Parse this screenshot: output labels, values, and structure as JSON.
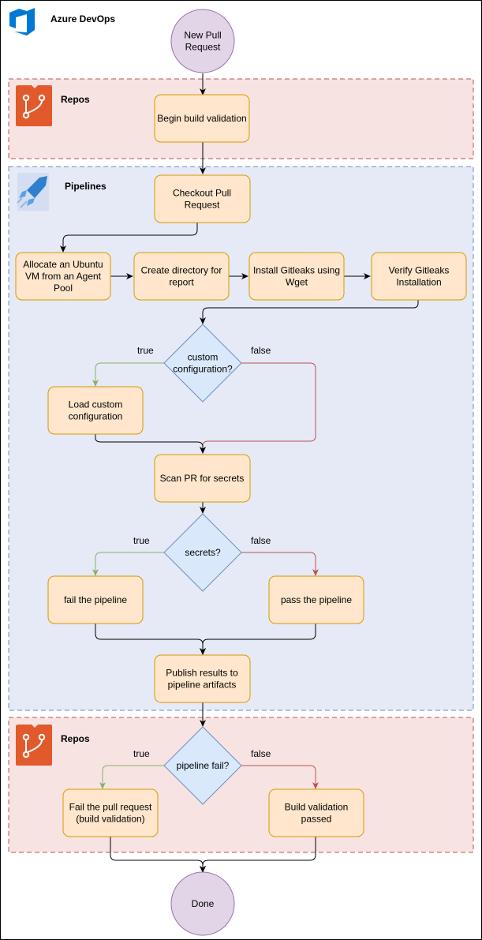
{
  "colors": {
    "frame": "#000000",
    "repos_fill": "#f8e3e3",
    "repos_stroke": "#b85450",
    "pipelines_fill": "#e6e9f6",
    "pipelines_stroke": "#6c8ebf",
    "process_fill": "#ffe6cc",
    "process_stroke": "#d79b00",
    "decision_fill": "#dae8fc",
    "decision_stroke": "#6c8ebf",
    "terminal_fill": "#e1d5e7",
    "terminal_stroke": "#9673a6",
    "true_edge": "#82b366",
    "false_edge": "#b85450",
    "edge": "#000000",
    "azure_blue": "#0078d4",
    "repos_icon": "#e25a2c"
  },
  "icons": {
    "azure_devops": "azure-devops-icon",
    "repos": "git-repos-icon",
    "pipelines": "pipelines-rocket-icon"
  },
  "app_title": "Azure DevOps",
  "lanes": {
    "repos_top": "Repos",
    "pipelines": "Pipelines",
    "repos_bottom": "Repos"
  },
  "nodes": {
    "start": [
      "New Pull",
      "Request"
    ],
    "begin_validation": [
      "Begin build validation"
    ],
    "checkout": [
      "Checkout Pull",
      "Request"
    ],
    "allocate_vm": [
      "Allocate an Ubuntu",
      "VM from an Agent",
      "Pool"
    ],
    "create_dir": [
      "Create directory for",
      "report"
    ],
    "install_gitleaks": [
      "Install Gitleaks using",
      "Wget"
    ],
    "verify_gitleaks": [
      "Verify Gitleaks",
      "Installation"
    ],
    "custom_config_decision": [
      "custom",
      "configuration?"
    ],
    "load_custom_config": [
      "Load custom",
      "configuration"
    ],
    "scan_pr": [
      "Scan PR for secrets"
    ],
    "secrets_decision": [
      "secrets?"
    ],
    "fail_pipeline": [
      "fail the pipeline"
    ],
    "pass_pipeline": [
      "pass the pipeline"
    ],
    "publish_results": [
      "Publish results to",
      "pipeline artifacts"
    ],
    "pipeline_fail_decision": [
      "pipeline fail?"
    ],
    "fail_pr": [
      "Fail the pull request",
      "(build validation)"
    ],
    "build_passed": [
      "Build validation",
      "passed"
    ],
    "done": [
      "Done"
    ]
  },
  "edge_labels": {
    "custom_true": "true",
    "custom_false": "false",
    "secrets_true": "true",
    "secrets_false": "false",
    "pipeline_true": "true",
    "pipeline_false": "false"
  }
}
